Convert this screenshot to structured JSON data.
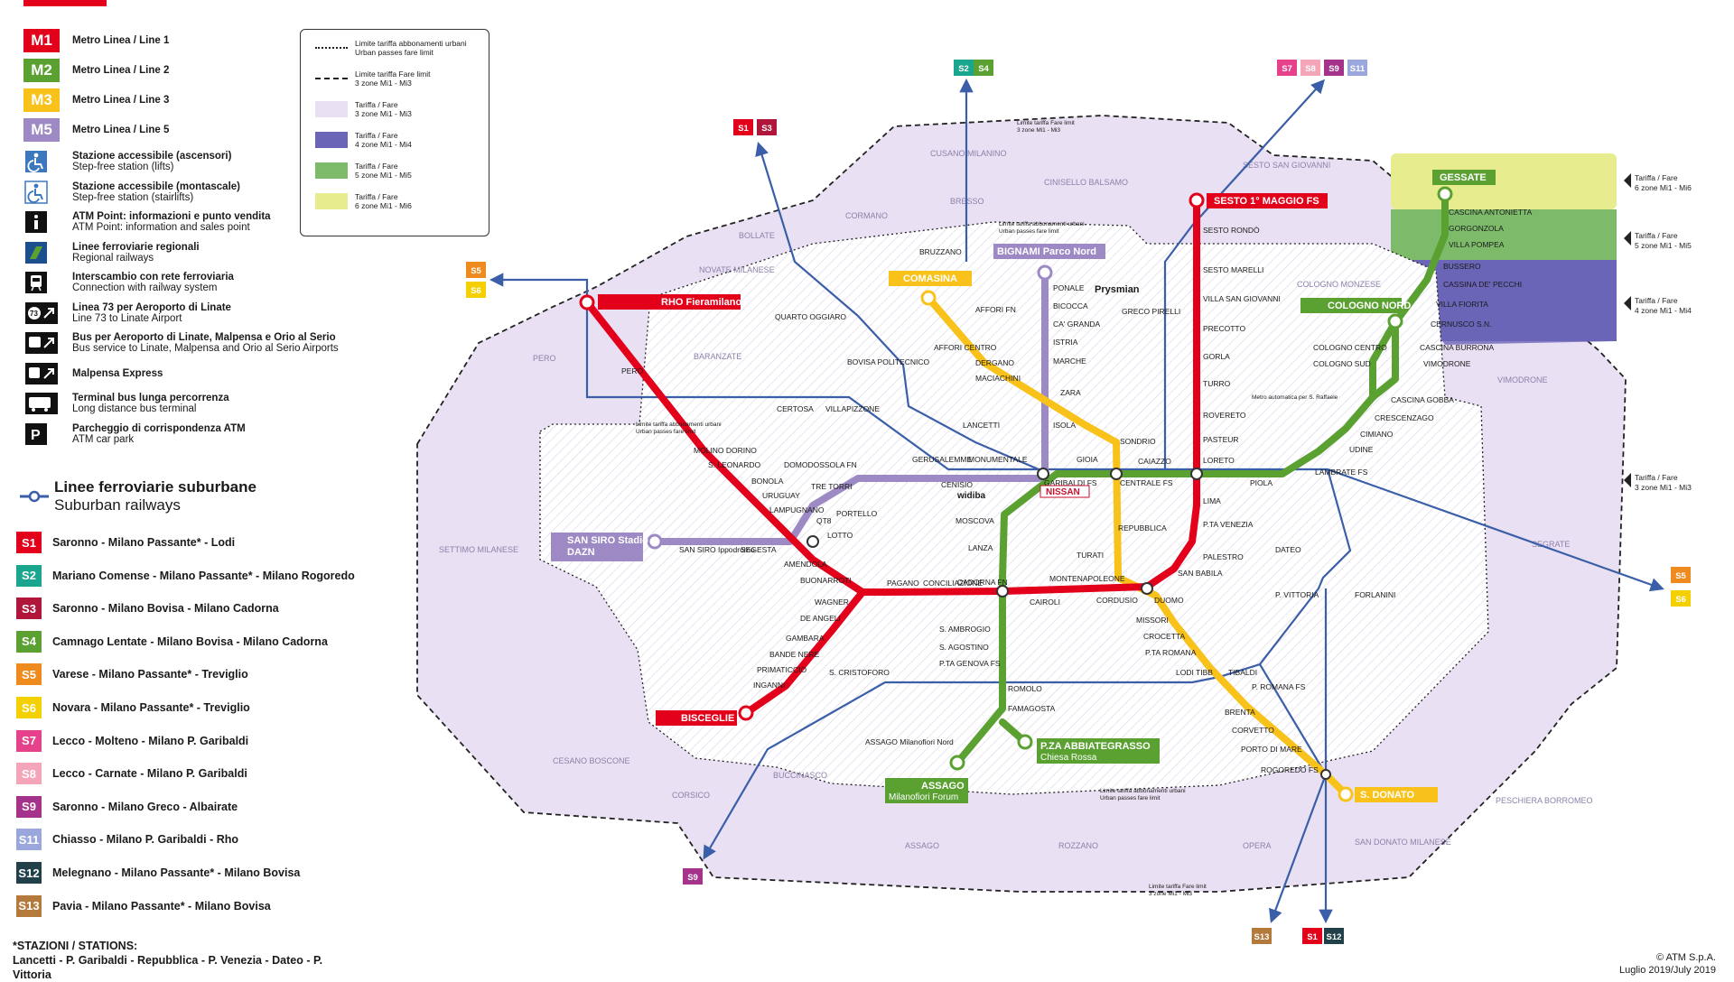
{
  "legend": {
    "metro": [
      {
        "code": "M1",
        "color": "#e3001b",
        "label": "Metro Linea / Line 1"
      },
      {
        "code": "M2",
        "color": "#5aa132",
        "label": "Metro Linea / Line 2"
      },
      {
        "code": "M3",
        "color": "#f9c21b",
        "label": "Metro Linea / Line 3"
      },
      {
        "code": "M5",
        "color": "#9d8ac4",
        "label": "Metro Linea / Line 5"
      }
    ],
    "services": [
      {
        "icon": "wheelchair-lift-icon",
        "title": "Stazione accessibile (ascensori)",
        "sub": "Step-free station (lifts)"
      },
      {
        "icon": "wheelchair-stairlift-icon",
        "title": "Stazione accessibile (montascale)",
        "sub": "Step-free station (stairlifts)"
      },
      {
        "icon": "info-point-icon",
        "title": "ATM Point: informazioni e punto vendita",
        "sub": "ATM Point: information and sales point"
      },
      {
        "icon": "regional-rail-icon",
        "title": "Linee ferroviarie regionali",
        "sub": "Regional railways"
      },
      {
        "icon": "train-interchange-icon",
        "title": "Interscambio con rete ferroviaria",
        "sub": "Connection with railway system"
      },
      {
        "icon": "bus-73-airport-icon",
        "title": "Linea 73 per Aeroporto di Linate",
        "sub": "Line 73 to Linate Airport"
      },
      {
        "icon": "airport-bus-icon",
        "title": "Bus per Aeroporto di Linate, Malpensa e Orio al Serio",
        "sub": "Bus service to Linate, Malpensa and Orio al Serio Airports"
      },
      {
        "icon": "malpensa-express-icon",
        "title": "Malpensa Express",
        "sub": ""
      },
      {
        "icon": "long-distance-bus-icon",
        "title": "Terminal bus lunga percorrenza",
        "sub": "Long distance bus terminal"
      },
      {
        "icon": "parking-icon",
        "title": "Parcheggio di corrispondenza ATM",
        "sub": "ATM car park"
      }
    ],
    "suburban_title": "Linee ferroviarie suburbane",
    "suburban_subtitle": "Suburban railways",
    "suburban": [
      {
        "code": "S1",
        "color": "#e3001b",
        "label": "Saronno - Milano Passante* - Lodi"
      },
      {
        "code": "S2",
        "color": "#1aa58e",
        "label": "Mariano Comense - Milano Passante* - Milano Rogoredo"
      },
      {
        "code": "S3",
        "color": "#b0153a",
        "label": "Saronno - Milano Bovisa - Milano Cadorna"
      },
      {
        "code": "S4",
        "color": "#5aa132",
        "label": "Camnago Lentate - Milano Bovisa - Milano Cadorna"
      },
      {
        "code": "S5",
        "color": "#ef8a1e",
        "label": "Varese - Milano Passante* - Treviglio"
      },
      {
        "code": "S6",
        "color": "#f5d000",
        "label": "Novara - Milano Passante* - Treviglio"
      },
      {
        "code": "S7",
        "color": "#e6418b",
        "label": "Lecco - Molteno - Milano P. Garibaldi"
      },
      {
        "code": "S8",
        "color": "#f4a6b8",
        "label": "Lecco - Carnate - Milano P. Garibaldi"
      },
      {
        "code": "S9",
        "color": "#a5328b",
        "label": "Saronno - Milano Greco - Albairate"
      },
      {
        "code": "S11",
        "color": "#9aa7dc",
        "label": "Chiasso - Milano P. Garibaldi - Rho"
      },
      {
        "code": "S12",
        "color": "#22404a",
        "label": "Melegnano - Milano Passante* - Milano Bovisa"
      },
      {
        "code": "S13",
        "color": "#b37a3c",
        "label": "Pavia - Milano Passante* - Milano Bovisa"
      }
    ],
    "stations_note_title": "*STAZIONI / STATIONS:",
    "stations_note": "Lancetti - P. Garibaldi - Repubblica - P. Venezia - Dateo - P. Vittoria"
  },
  "fare_box": [
    {
      "style": "dotted",
      "title": "Limite tariffa abbonamenti urbani",
      "sub": "Urban passes fare limit"
    },
    {
      "style": "dashed",
      "title": "Limite tariffa Fare limit",
      "sub": "3 zone Mi1 - Mi3"
    },
    {
      "style": "fill",
      "color": "#e9e1f3",
      "title": "Tariffa / Fare",
      "sub": "3 zone Mi1 - Mi3"
    },
    {
      "style": "fill",
      "color": "#6b65b8",
      "title": "Tariffa / Fare",
      "sub": "4 zone Mi1 - Mi4"
    },
    {
      "style": "fill",
      "color": "#7dbb6a",
      "title": "Tariffa / Fare",
      "sub": "5 zone Mi1 - Mi5"
    },
    {
      "style": "fill",
      "color": "#e7ec8f",
      "title": "Tariffa / Fare",
      "sub": "6 zone Mi1 - Mi6"
    }
  ],
  "zone_labels": [
    {
      "text": "Tariffa / Fare",
      "sub": "6 zone Mi1 - Mi6"
    },
    {
      "text": "Tariffa / Fare",
      "sub": "5 zone Mi1 - Mi5"
    },
    {
      "text": "Tariffa / Fare",
      "sub": "4 zone Mi1 - Mi4"
    },
    {
      "text": "Tariffa / Fare",
      "sub": "3 zone Mi1 - Mi3"
    }
  ],
  "municipalities": [
    "CUSANO MILANINO",
    "CINISELLO BALSAMO",
    "SESTO SAN GIOVANNI",
    "BRESSO",
    "CORMANO",
    "BOLLATE",
    "NOVATE MILANESE",
    "PERO",
    "BARANZATE",
    "COLOGNO MONZESE",
    "VIMODRONE",
    "SEGRATE",
    "SETTIMO MILANESE",
    "CESANO BOSCONE",
    "CORSICO",
    "BUCCINASCO",
    "ASSAGO",
    "ROZZANO",
    "OPERA",
    "SAN DONATO MILANESE",
    "PESCHIERA BORROMEO"
  ],
  "terminals": {
    "m1_north": "SESTO 1° MAGGIO FS",
    "m1_west": "RHO Fieramilano",
    "m1_sw": "BISCEGLIE",
    "m2_ne1": "GESSATE",
    "m2_ne2": "COLOGNO NORD",
    "m2_sw1": "ASSAGO",
    "m2_sw1b": "Milanofiori Forum",
    "m2_sw2": "P.ZA ABBIATEGRASSO",
    "m2_sw2b": "Chiesa Rossa",
    "m3_north": "COMASINA",
    "m3_south": "S. DONATO",
    "m5_north": "BIGNAMI Parco Nord",
    "m5_west": "SAN SIRO Stadio",
    "m5_westb": "DAZN"
  },
  "stations": {
    "m1": [
      "SESTO RONDÒ",
      "SESTO MARELLI",
      "VILLA SAN GIOVANNI",
      "PRECOTTO",
      "GORLA",
      "TURRO",
      "ROVERETO",
      "PASTEUR",
      "LORETO",
      "LIMA",
      "P.TA VENEZIA",
      "PALESTRO",
      "SAN BABILA",
      "DUOMO",
      "CORDUSIO",
      "CAIROLI",
      "CADORNA FN",
      "CONCILIAZIONE",
      "PAGANO",
      "BUONARROTI",
      "AMENDOLA",
      "LOTTO",
      "QT8",
      "LAMPUGNANO",
      "URUGUAY",
      "BONOLA",
      "S. LEONARDO",
      "MOLINO DORINO",
      "PERO",
      "WAGNER",
      "DE ANGELI",
      "GAMBARA",
      "BANDE NERE",
      "PRIMATICCIO",
      "INGANNI"
    ],
    "m2": [
      "CASCINA ANTONIETTA",
      "GORGONZOLA",
      "VILLA POMPEA",
      "BUSSERO",
      "CASSINA DE' PECCHI",
      "VILLA FIORITA",
      "CERNUSCO S.N.",
      "CASCINA BURRONA",
      "VIMODRONE",
      "COLOGNO CENTRO",
      "COLOGNO SUD",
      "CASCINA GOBBA",
      "CRESCENZAGO",
      "CIMIANO",
      "UDINE",
      "LAMBRATE FS",
      "PIOLA",
      "CAIAZZO",
      "CENTRALE FS",
      "GIOIA",
      "GARIBALDI FS",
      "MOSCOVA",
      "LANZA",
      "S. AMBROGIO",
      "S. AGOSTINO",
      "P.TA GENOVA FS",
      "ROMOLO",
      "FAMAGOSTA",
      "ASSAGO Milanofiori Nord"
    ],
    "m3": [
      "AFFORI FN",
      "AFFORI CENTRO",
      "DERGANO",
      "MACIACHINI",
      "ZARA",
      "SONDRIO",
      "REPUBBLICA",
      "TURATI",
      "MONTENAPOLEONE",
      "MISSORI",
      "CROCETTA",
      "P.TA ROMANA",
      "LODI TIBB",
      "BRENTA",
      "CORVETTO",
      "PORTO DI MARE",
      "ROGOREDO FS"
    ],
    "m5": [
      "PONALE",
      "BICOCCA",
      "CA' GRANDA",
      "ISTRIA",
      "MARCHE",
      "ISOLA",
      "MONUMENTALE",
      "CENISIO",
      "GERUSALEMME",
      "DOMODOSSOLA FN",
      "TRE TORRI",
      "PORTELLO",
      "SEGESTA",
      "SAN SIRO Ippodromo"
    ],
    "rail": [
      "QUARTO OGGIARO",
      "BOVISA POLITECNICO",
      "CERTOSA",
      "VILLAPIZZONE",
      "LANCETTI",
      "DATEO",
      "P. VITTORIA",
      "FORLANINI",
      "P. ROMANA FS",
      "S. CRISTOFORO",
      "GRECO PIRELLI",
      "BRUZZANO",
      "TIBALDI"
    ]
  },
  "map_notes": {
    "prysmian": "Prysmian",
    "nissan": "NISSAN",
    "widiba": "widiba",
    "san_raffaele": "Metro automatica per S. Raffaele",
    "urban_limit": "Limite tariffa abbonamenti urbani",
    "urban_limit_sub": "Urban passes fare limit",
    "fare_limit": "Limite tariffa Fare limit",
    "fare_limit_sub": "3 zone Mi1 - Mi3"
  },
  "rail_badges": {
    "north_a": [
      "S2",
      "S4"
    ],
    "north_b": [
      "S7",
      "S8",
      "S9",
      "S11"
    ],
    "nw": [
      "S1",
      "S3"
    ],
    "west": [
      "S5",
      "S6"
    ],
    "east": [
      "S5",
      "S6"
    ],
    "sw": [
      "S9"
    ],
    "south": [
      "S13",
      "S1",
      "S12"
    ]
  },
  "copyright": {
    "line1": "© ATM S.p.A.",
    "line2": "Luglio 2019/July 2019"
  },
  "colors": {
    "m1": "#e3001b",
    "m2": "#5aa132",
    "m3": "#f9c21b",
    "m5": "#9d8ac4",
    "rail": "#3b5ea8",
    "zone3": "#e9e1f3",
    "zone4": "#6b65b8",
    "zone5": "#7dbb6a",
    "zone6": "#e7ec8f"
  }
}
